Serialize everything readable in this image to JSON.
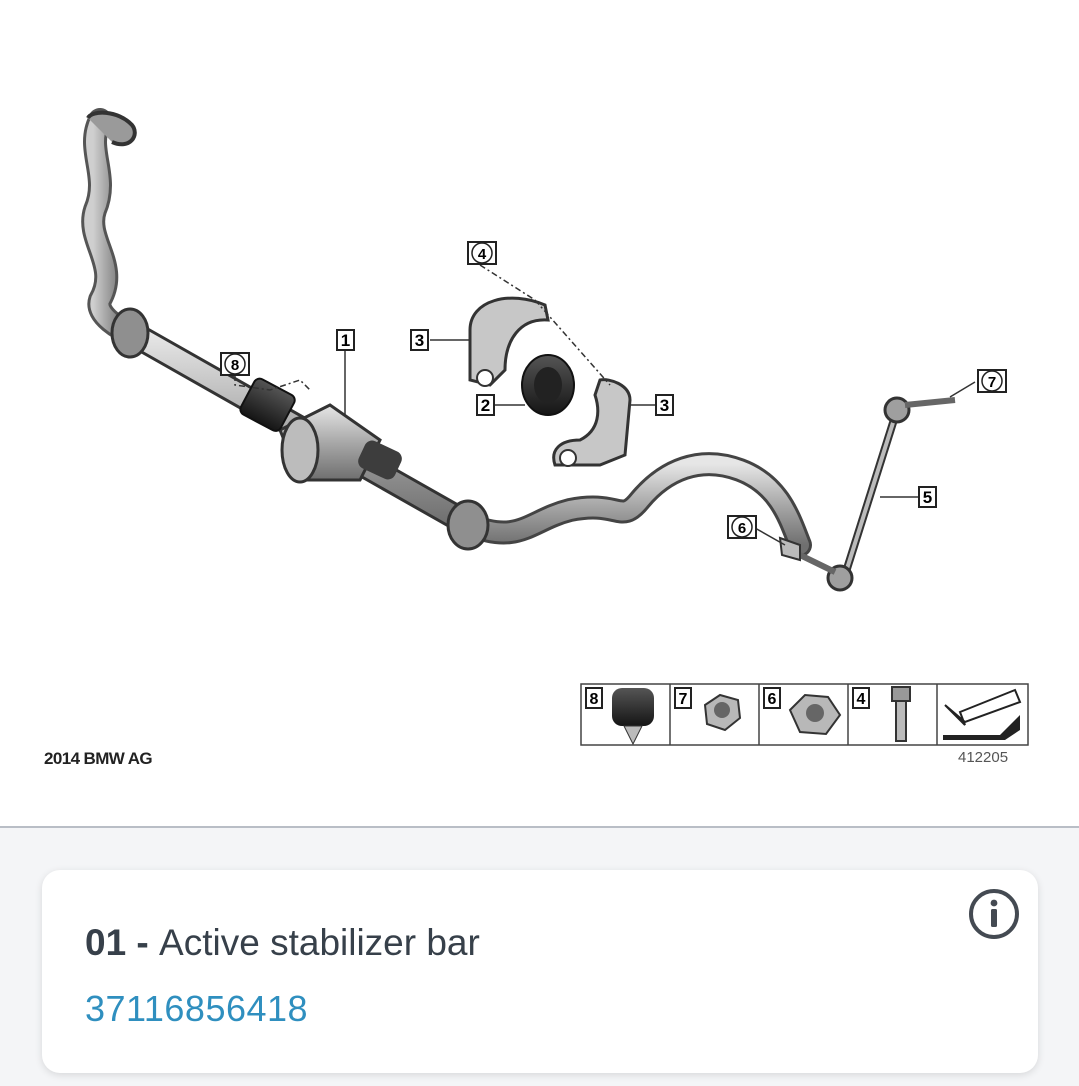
{
  "diagram": {
    "copyright": "2014 BMW AG",
    "code": "412205",
    "callouts": [
      "1",
      "2",
      "3",
      "3",
      "4",
      "5",
      "6",
      "7",
      "8"
    ],
    "legend_items": [
      "8",
      "7",
      "6",
      "4"
    ]
  },
  "part_card": {
    "item_number": "01",
    "separator": " - ",
    "name": "Active stabilizer bar",
    "part_number": "37116856418"
  },
  "colors": {
    "part_number": "#2f8fbf",
    "title_text": "#37404a",
    "divider": "#b9bec6"
  },
  "icons": {
    "info": "info-circle-icon"
  }
}
